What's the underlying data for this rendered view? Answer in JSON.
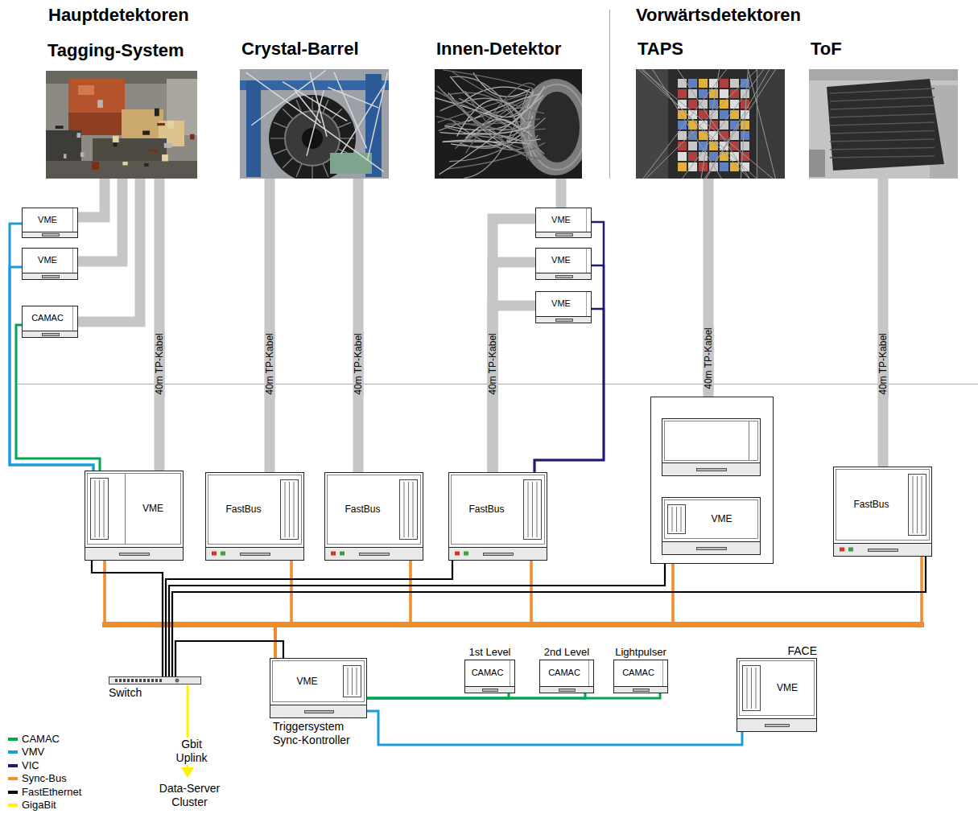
{
  "diagram": {
    "nodes": [
      {
        "text": [
          "Tagging-System"
        ]
      },
      {
        "text": [
          "Crystal-Barrel"
        ]
      },
      {
        "text": [
          "Innen-Detektor"
        ]
      },
      {
        "text": [
          "TAPS"
        ]
      },
      {
        "text": [
          "ToF"
        ]
      },
      {
        "text": [
          "VME"
        ]
      },
      {
        "text": [
          "VME"
        ]
      },
      {
        "text": [
          "CAMAC"
        ]
      },
      {
        "text": [
          "VME"
        ]
      },
      {
        "text": [
          "VME"
        ]
      },
      {
        "text": [
          "VME"
        ]
      },
      {
        "text": [
          "VME"
        ]
      },
      {
        "text": [
          "FastBus"
        ]
      },
      {
        "text": [
          "FastBus"
        ]
      },
      {
        "text": [
          "FastBus"
        ]
      },
      {
        "text": [
          "VME"
        ]
      },
      {
        "text": [
          "FastBus"
        ]
      },
      {
        "text": [
          "Switch"
        ]
      },
      {
        "text": [
          "VME",
          "Triggersystem Sync-Kontroller"
        ]
      },
      {
        "text": [
          "1st Level",
          "CAMAC"
        ]
      },
      {
        "text": [
          "2nd Level",
          "CAMAC"
        ]
      },
      {
        "text": [
          "Lightpulser",
          "CAMAC"
        ]
      },
      {
        "text": [
          "FACE",
          "VME"
        ]
      }
    ],
    "edges": [
      {
        "from": 0,
        "to": 5,
        "arrow": "none"
      },
      {
        "from": 0,
        "to": 6,
        "arrow": "none"
      },
      {
        "from": 0,
        "to": 7,
        "arrow": "none"
      },
      {
        "from": 0,
        "to": 11,
        "label": "40m TP-Kabel",
        "arrow": "none"
      },
      {
        "from": 1,
        "to": 12,
        "label": "40m TP-Kabel",
        "arrow": "none"
      },
      {
        "from": 1,
        "to": 13,
        "label": "40m TP-Kabel",
        "arrow": "none"
      },
      {
        "from": 2,
        "to": 8,
        "arrow": "none"
      },
      {
        "from": 8,
        "to": 14,
        "label": "40m TP-Kabel",
        "arrow": "none"
      },
      {
        "from": 9,
        "to": 14,
        "arrow": "none"
      },
      {
        "from": 10,
        "to": 14,
        "arrow": "none"
      },
      {
        "from": 3,
        "to": 15,
        "label": "40m TP-Kabel",
        "arrow": "none"
      },
      {
        "from": 4,
        "to": 16,
        "label": "40m TP-Kabel",
        "arrow": "none"
      },
      {
        "from": 5,
        "to": 11,
        "arrow": "none"
      },
      {
        "from": 6,
        "to": 11,
        "arrow": "none"
      },
      {
        "from": 7,
        "to": 11,
        "arrow": "none"
      },
      {
        "from": 8,
        "to": 14,
        "arrow": "none"
      },
      {
        "from": 9,
        "to": 14,
        "arrow": "none"
      },
      {
        "from": 10,
        "to": 14,
        "arrow": "none"
      },
      {
        "from": 18,
        "to": 11,
        "arrow": "none"
      },
      {
        "from": 18,
        "to": 12,
        "arrow": "none"
      },
      {
        "from": 18,
        "to": 13,
        "arrow": "none"
      },
      {
        "from": 18,
        "to": 14,
        "arrow": "none"
      },
      {
        "from": 18,
        "to": 15,
        "arrow": "none"
      },
      {
        "from": 18,
        "to": 16,
        "arrow": "none"
      },
      {
        "from": 11,
        "to": 17,
        "arrow": "none"
      },
      {
        "from": 14,
        "to": 17,
        "arrow": "none"
      },
      {
        "from": 15,
        "to": 17,
        "arrow": "none"
      },
      {
        "from": 16,
        "to": 17,
        "arrow": "none"
      },
      {
        "from": 18,
        "to": 17,
        "arrow": "none"
      },
      {
        "from": 18,
        "to": 19,
        "arrow": "none"
      },
      {
        "from": 18,
        "to": 20,
        "arrow": "none"
      },
      {
        "from": 18,
        "to": 21,
        "arrow": "none"
      },
      {
        "from": 18,
        "to": 22,
        "arrow": "none"
      }
    ],
    "labels": [
      "Hauptdetektoren",
      "Vorwärtsdetektoren",
      "Gbit Uplink",
      "Data-Server Cluster"
    ],
    "legend": [
      {
        "text": "CAMAC",
        "color": "#00a650"
      },
      {
        "text": "VMV",
        "color": "#1b9bd7"
      },
      {
        "text": "VIC",
        "color": "#1f1a6b"
      },
      {
        "text": "Sync-Bus",
        "color": "#f28c28"
      },
      {
        "text": "FastEthernet",
        "color": "#000000"
      },
      {
        "text": "GigaBit",
        "color": "#fff200"
      }
    ]
  }
}
